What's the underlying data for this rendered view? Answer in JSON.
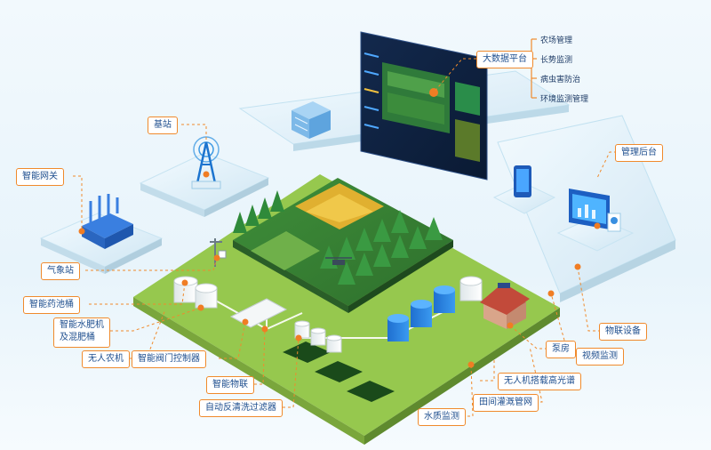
{
  "colors": {
    "accent": "#f08a2c",
    "label_text": "#1f4f8f",
    "grass": "#8fc34a",
    "screen": "#0d1f3c"
  },
  "platform": {
    "label": "大数据平台",
    "items": [
      "农场管理",
      "长势监测",
      "病虫害防治",
      "环境监测管理"
    ]
  },
  "labels": {
    "base_station": "基站",
    "gateway": "智能网关",
    "weather_station": "气象站",
    "pesticide_tank": "智能药池桶",
    "fertilizer_machine_line1": "智能水肥机",
    "fertilizer_machine_line2": "及混肥桶",
    "drone_tractor": "无人农机",
    "valve_controller": "智能阀门控制器",
    "smart_iot": "智能物联",
    "auto_filter": "自动反清洗过滤器",
    "water_quality": "水质监测",
    "irrigation_network": "田间灌溉管网",
    "uav_spectrum": "无人机搭载高光谱",
    "pump_room": "泵房",
    "video_monitor": "视频监测",
    "iot_device": "物联设备",
    "admin_backend": "管理后台"
  }
}
